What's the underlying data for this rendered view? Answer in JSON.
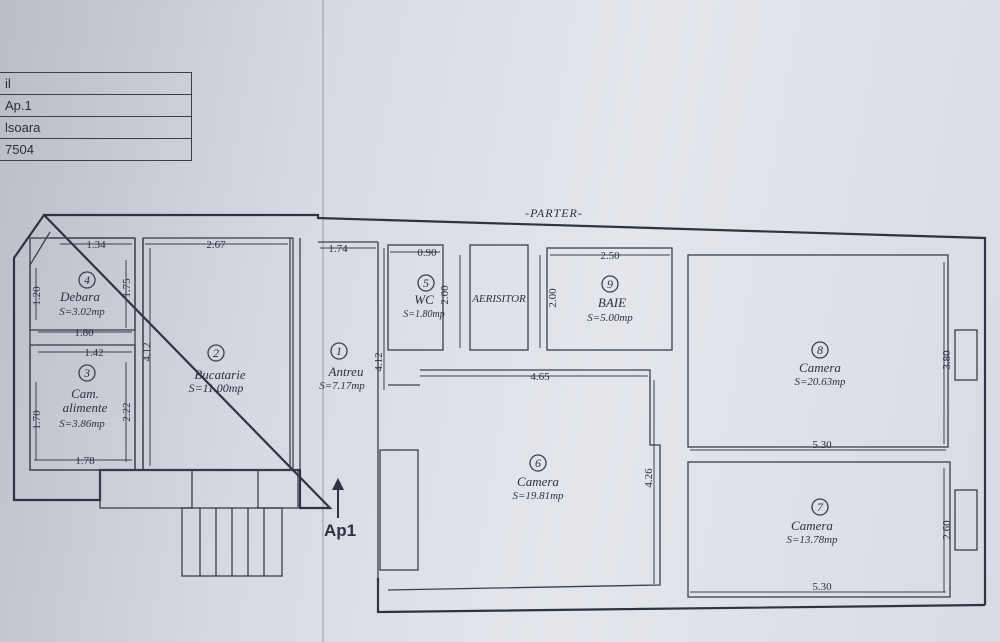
{
  "info_table": [
    "il",
    "Ap.1",
    "lsoara",
    "7504"
  ],
  "level": "-PARTER-",
  "entrance": "Ap1",
  "rooms": [
    {
      "num": "1",
      "name": "Antreu",
      "area": "S=7.17mp"
    },
    {
      "num": "2",
      "name": "Bucatarie",
      "area": "S=11.00mp"
    },
    {
      "num": "3",
      "name": "Cam.",
      "name2": "alimente",
      "area": "S=3.86mp"
    },
    {
      "num": "4",
      "name": "Debara",
      "area": "S=3.02mp"
    },
    {
      "num": "5",
      "name": "WC",
      "area": "S=1.80mp"
    },
    {
      "num": "6",
      "name": "Camera",
      "area": "S=19.81mp"
    },
    {
      "num": "7",
      "name": "Camera",
      "area": "S=13.78mp"
    },
    {
      "num": "8",
      "name": "Camera",
      "area": "S=20.63mp"
    },
    {
      "num": "9",
      "name": "BAIE",
      "area": "S=5.00mp"
    }
  ],
  "aerisitor": "AERISITOR",
  "dimensions": {
    "debara_w": "1.34",
    "debara_h1": "1.20",
    "debara_h2": "1.75",
    "debara_w2": "1.80",
    "cam_w1": "1.42",
    "cam_h1": "1.70",
    "cam_h2": "2.22",
    "cam_w2": "1.78",
    "buc_w": "2.67",
    "buc_h": "4.12",
    "antreu_w": "1.74",
    "antreu_h": "4.12",
    "wc_w": "0.90",
    "wc_h": "2.00",
    "baie_w": "2.50",
    "baie_h": "2.00",
    "cam6_w": "4.65",
    "cam6_h": "4.26",
    "cam8_w": "5.30",
    "cam8_h": "3.80",
    "cam7_w": "5.30",
    "cam7_h": "2.60"
  }
}
